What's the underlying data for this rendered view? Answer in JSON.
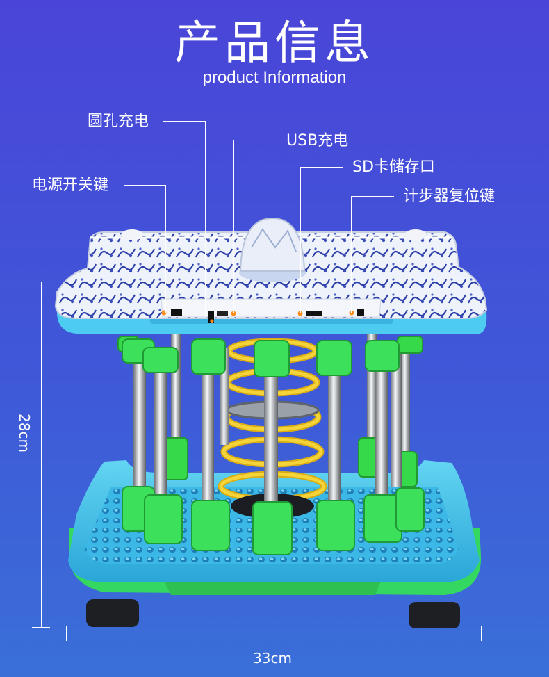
{
  "header": {
    "title": "产品信息",
    "subtitle": "product Information"
  },
  "callouts": {
    "round_hole_charge": "圆孔充电",
    "usb_charge": "USB充电",
    "sd_card_slot": "SD卡储存口",
    "power_switch": "电源开关键",
    "pedometer_reset": "计步器复位键"
  },
  "dimensions": {
    "height": "28cm",
    "width": "33cm"
  },
  "colors": {
    "background_top": "#4a45d8",
    "background_bottom": "#3a6fd8",
    "base_blue": "#4cc6ea",
    "base_green": "#3dd96a",
    "spring_yellow": "#f2cf2a",
    "foot_green": "#3de05a"
  }
}
